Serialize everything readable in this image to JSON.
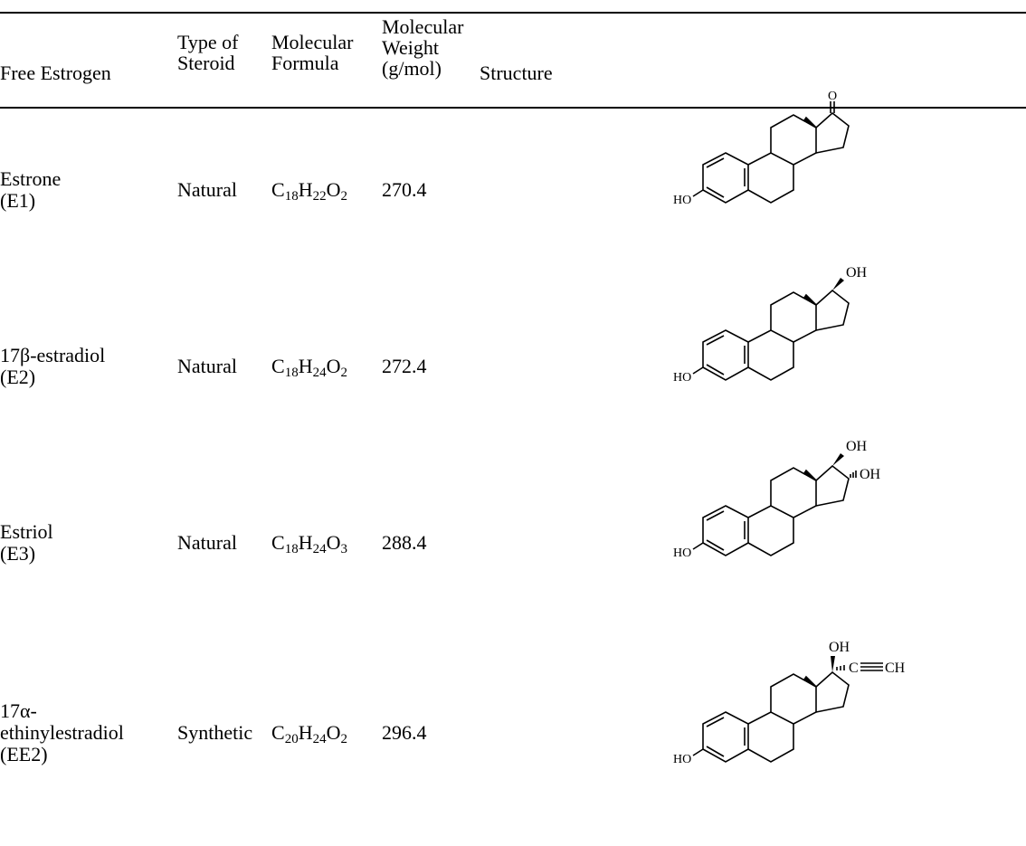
{
  "headers": {
    "col1": [
      "Free Estrogen"
    ],
    "col2": [
      "Type of",
      "Steroid"
    ],
    "col3": [
      "Molecular",
      "Formula"
    ],
    "col4": [
      "Molecular",
      "Weight",
      "(g/mol)"
    ],
    "col5": [
      "Structure"
    ]
  },
  "rows": [
    {
      "name": [
        "Estrone",
        "(E1)"
      ],
      "type": "Natural",
      "formula": {
        "C": "C",
        "c_n": "18",
        "H": "H",
        "h_n": "22",
        "O": "O",
        "o_n": "2"
      },
      "mw": "270.4",
      "labels": {
        "o": "O",
        "ho": "HO"
      }
    },
    {
      "name": [
        "17β-estradiol",
        "(E2)"
      ],
      "type": "Natural",
      "formula": {
        "C": "C",
        "c_n": "18",
        "H": "H",
        "h_n": "24",
        "O": "O",
        "o_n": "2"
      },
      "mw": "272.4",
      "labels": {
        "oh": "OH",
        "ho": "HO"
      }
    },
    {
      "name": [
        "Estriol",
        "(E3)"
      ],
      "type": "Natural",
      "formula": {
        "C": "C",
        "c_n": "18",
        "H": "H",
        "h_n": "24",
        "O": "O",
        "o_n": "3"
      },
      "mw": "288.4",
      "labels": {
        "oh": "OH",
        "oh2": "OH",
        "ho": "HO"
      }
    },
    {
      "name": [
        "17α-",
        "ethinylestradiol",
        "(EE2)"
      ],
      "type": "Synthetic",
      "formula": {
        "C": "C",
        "c_n": "20",
        "H": "H",
        "h_n": "24",
        "O": "O",
        "o_n": "2"
      },
      "mw": "296.4",
      "labels": {
        "oh": "OH",
        "c": "C",
        "ch": "CH",
        "ho": "HO"
      }
    }
  ]
}
